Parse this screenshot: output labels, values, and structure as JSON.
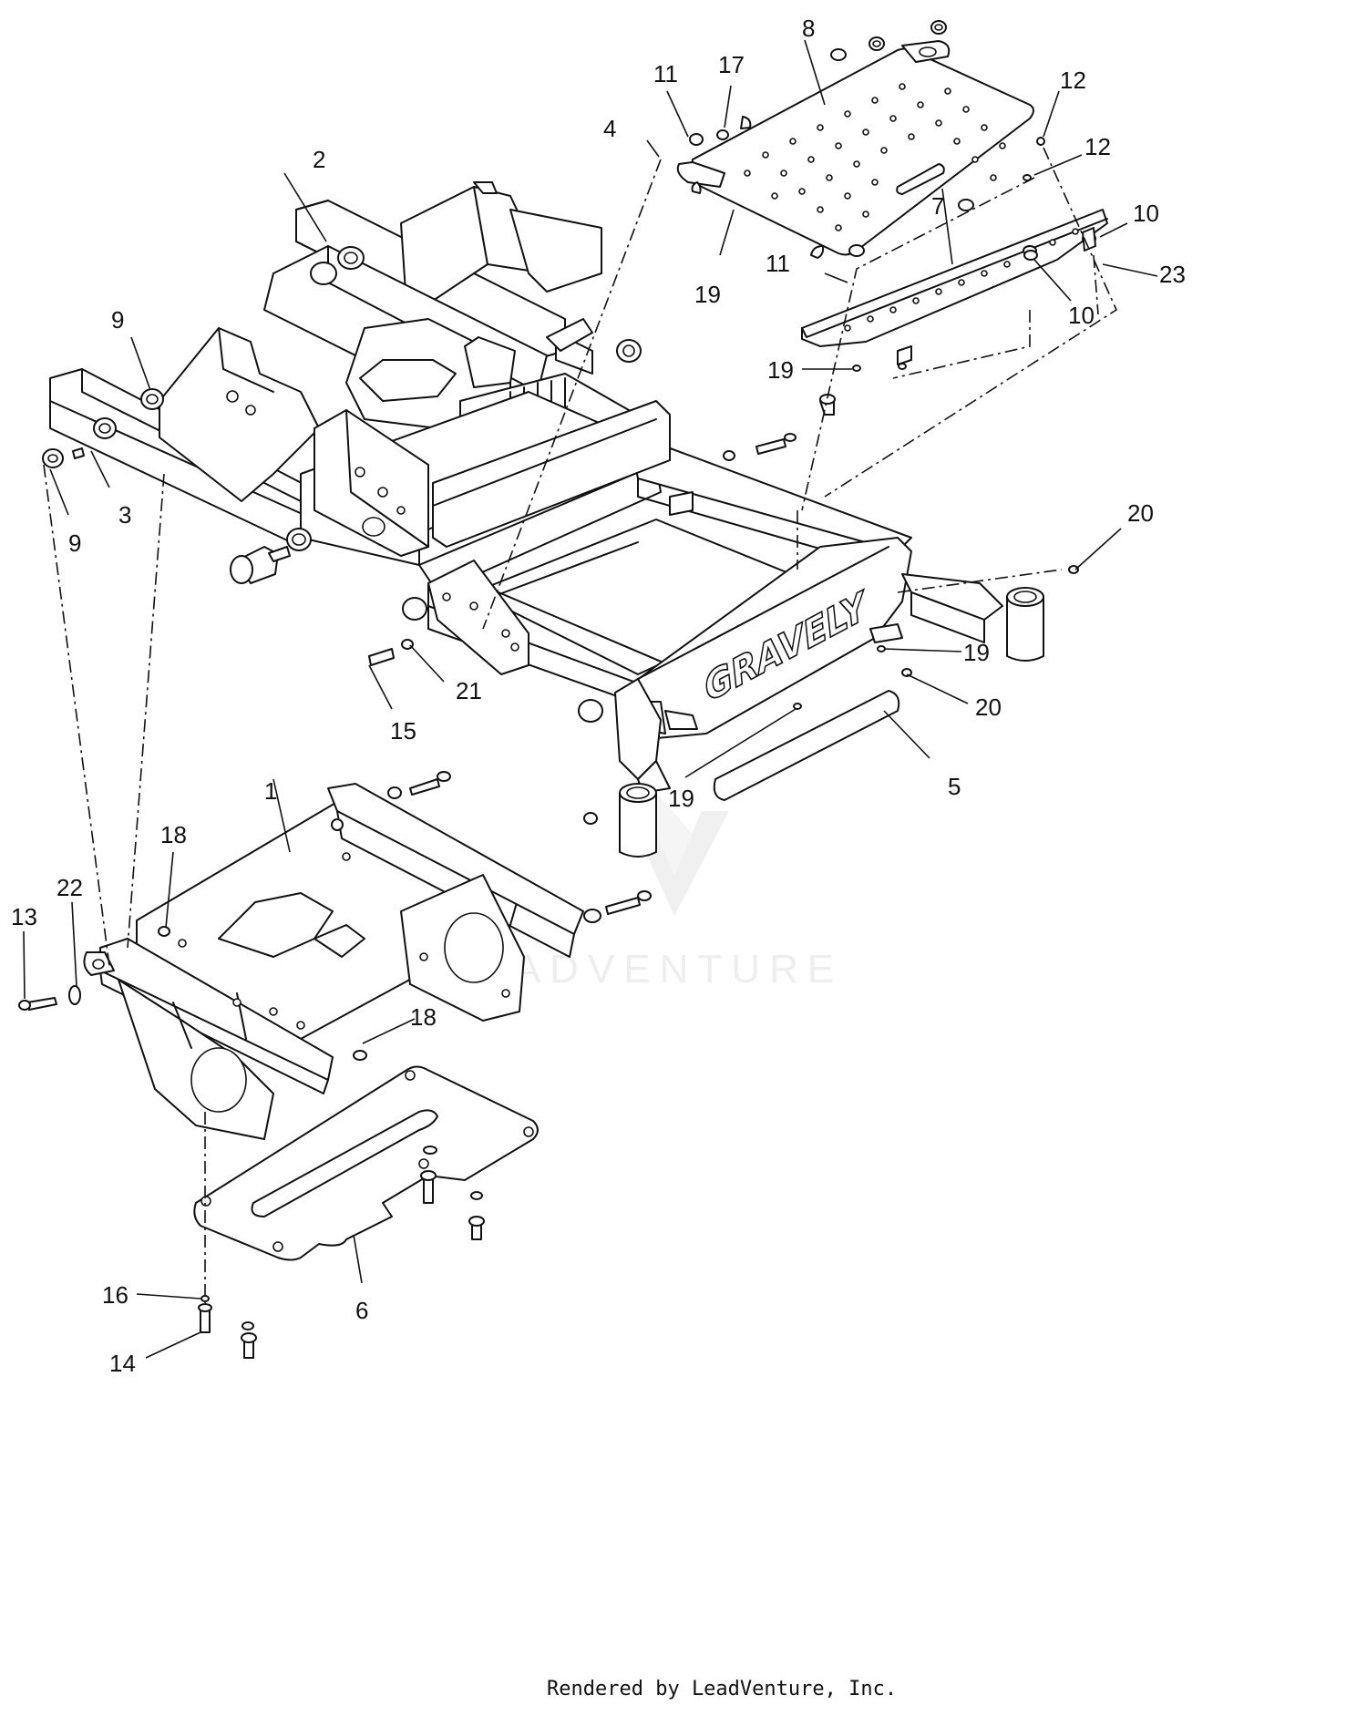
{
  "brand_label": "GRAVELY",
  "watermark": "LEADVENTURE",
  "footer": "Rendered by LeadVenture, Inc.",
  "callouts": [
    "1",
    "2",
    "3",
    "4",
    "5",
    "6",
    "7",
    "8",
    "9",
    "9",
    "10",
    "10",
    "11",
    "11",
    "12",
    "12",
    "13",
    "14",
    "15",
    "16",
    "17",
    "18",
    "18",
    "19",
    "19",
    "19",
    "19",
    "20",
    "20",
    "21",
    "22",
    "23"
  ]
}
